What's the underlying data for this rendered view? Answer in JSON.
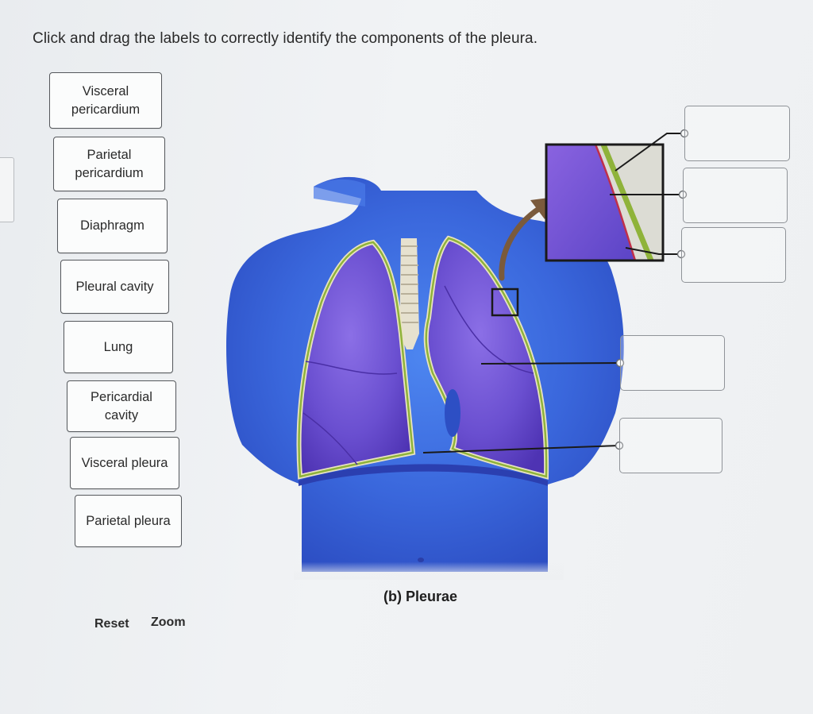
{
  "instruction": "Click and drag the labels to correctly identify the components of the pleura.",
  "labels": [
    {
      "text": "Visceral\npericardium"
    },
    {
      "text": "Parietal\npericardium"
    },
    {
      "text": "Diaphragm"
    },
    {
      "text": "Pleural cavity"
    },
    {
      "text": "Lung"
    },
    {
      "text": "Pericardial\ncavity"
    },
    {
      "text": "Visceral pleura"
    },
    {
      "text": "Parietal pleura"
    }
  ],
  "figure": {
    "caption": "(b) Pleurae"
  },
  "controls": {
    "reset_label": "Reset",
    "zoom_label": "Zoom"
  },
  "colors": {
    "body_blue": "#3f6fe0",
    "lung_purple": "#6a4fd0",
    "pleura_green": "#8fb33a",
    "pleura_cream": "#e9e3c2",
    "pleura_red": "#c0304a"
  }
}
